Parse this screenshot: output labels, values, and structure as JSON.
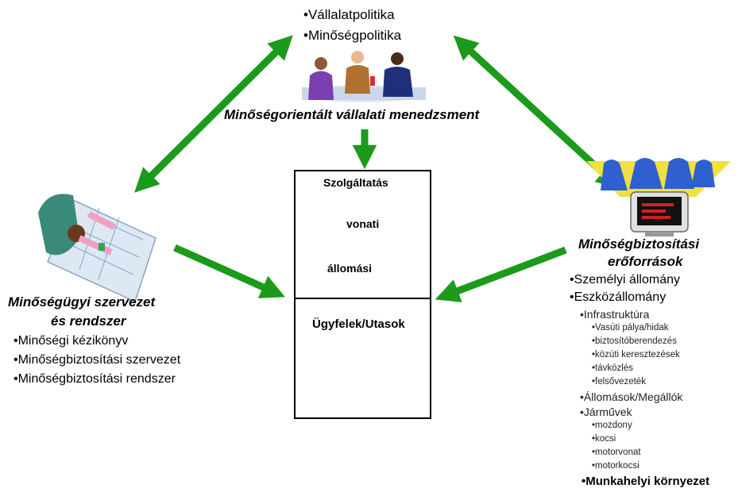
{
  "top": {
    "bullets": [
      "•Vállalatpolitika",
      "•Minőségpolitika"
    ],
    "title": "Minőségorientált vállalati menedzsment"
  },
  "center": {
    "service_title": "Szolgáltatás",
    "train_label": "vonati",
    "station_label": "állomási",
    "customers_title": "Ügyfelek/Utasok"
  },
  "left": {
    "title_line1": "Minőségügyi szervezet",
    "title_line2": "és rendszer",
    "items": [
      "•Minőségi kézikönyv",
      "•Minőségbiztosítási szervezet",
      "•Minőségbiztosítási rendszer"
    ]
  },
  "right": {
    "title_line1": "Minőségbiztosítási",
    "title_line2": "erőforrások",
    "items": [
      {
        "text": "•Személyi állomány",
        "level": 1
      },
      {
        "text": "•Eszközállomány",
        "level": 1
      },
      {
        "text": "•Infrastruktúra",
        "level": 2
      },
      {
        "text": "•Vasúti pálya/hidak",
        "level": 3
      },
      {
        "text": "•biztosítóberendezés",
        "level": 3
      },
      {
        "text": "•közúti keresztezések",
        "level": 3
      },
      {
        "text": "•távközlés",
        "level": 3
      },
      {
        "text": "•felsővezeték",
        "level": 3
      },
      {
        "text": "•Állomások/Megállók",
        "level": 2
      },
      {
        "text": "•Járművek",
        "level": 2
      },
      {
        "text": "•mozdony",
        "level": 3
      },
      {
        "text": "•kocsi",
        "level": 3
      },
      {
        "text": "•motorvonat",
        "level": 3
      },
      {
        "text": "•motorkocsi",
        "level": 3
      },
      {
        "text": "•Munkahelyi környezet",
        "level": 0
      }
    ]
  },
  "colors": {
    "arrow": "#1c9a1c",
    "train": "#a6e05a",
    "building": "#b8b8b8",
    "monitor_bg": "#f0e040",
    "people_blue": "#2f5fd0"
  }
}
